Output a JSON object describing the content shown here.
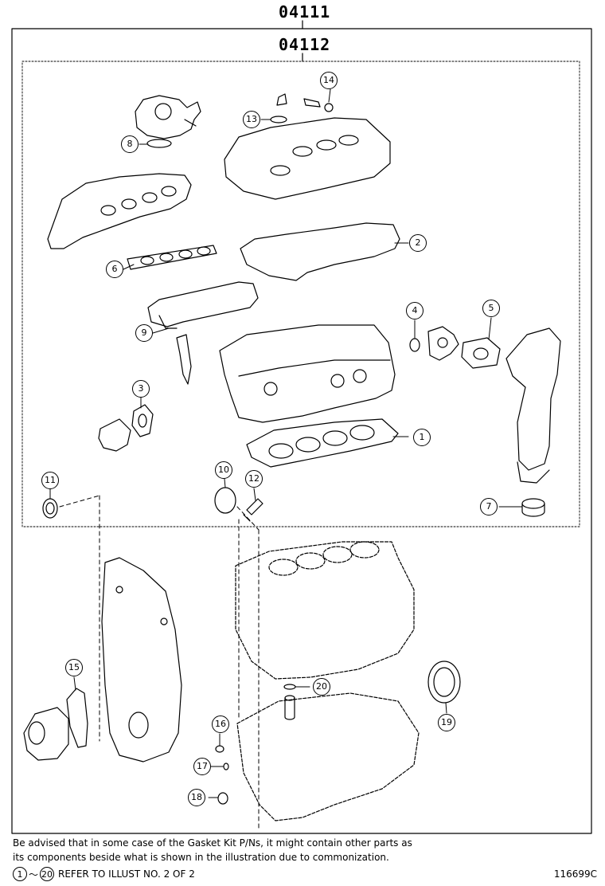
{
  "headers": {
    "outer": "04111",
    "inner": "04112"
  },
  "callouts": [
    "1",
    "2",
    "3",
    "4",
    "5",
    "6",
    "7",
    "8",
    "9",
    "10",
    "11",
    "12",
    "13",
    "14",
    "15",
    "16",
    "17",
    "18",
    "19",
    "20"
  ],
  "note": {
    "line1": "Be advised that in some case of the Gasket Kit P/Ns,  it might contain other parts as",
    "line2": "its components beside what is shown in the illustration due to commonization."
  },
  "reference": {
    "from": "1",
    "tilde": "〜",
    "to": "20",
    "text": "REFER TO ILLUST NO. 2 OF 2"
  },
  "drawing_number": "116699C"
}
